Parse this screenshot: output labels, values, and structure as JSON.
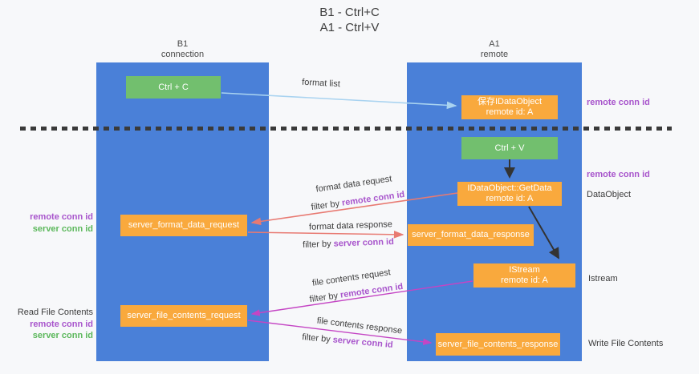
{
  "title": {
    "line1": "B1 - Ctrl+C",
    "line2": "A1 - Ctrl+V"
  },
  "columns": {
    "left": {
      "name": "B1",
      "sub": "connection"
    },
    "right": {
      "name": "A1",
      "sub": "remote"
    }
  },
  "nodes": {
    "ctrl_c": {
      "label": "Ctrl + C"
    },
    "save_dataobject": {
      "line1": "保存IDataObject",
      "line2": "remote id: A"
    },
    "ctrl_v": {
      "label": "Ctrl + V"
    },
    "getdata": {
      "line1": "IDataObject::GetData",
      "line2": "remote id: A"
    },
    "format_request": {
      "label": "server_format_data_request"
    },
    "format_response": {
      "label": "server_format_data_response"
    },
    "istream": {
      "line1": "IStream",
      "line2": "remote id: A"
    },
    "file_request": {
      "label": "server_file_contents_request"
    },
    "file_response": {
      "label": "server_file_contents_response"
    }
  },
  "edge_labels": {
    "format_list": "format list",
    "format_data_request": "format data request",
    "format_data_response": "format data response",
    "file_contents_request": "file contents request",
    "file_contents_response": "file contents response",
    "filter_prefix": "filter by ",
    "remote_conn_id": "remote conn id",
    "server_conn_id": "server conn id"
  },
  "side_labels": {
    "left_remote_1": "remote conn id",
    "left_server_1": "server conn id",
    "read_file": "Read File Contents",
    "left_remote_2": "remote conn id",
    "left_server_2": "server conn id",
    "right_remote_1": "remote conn id",
    "right_remote_2": "remote conn id",
    "dataobject": "DataObject",
    "istream": "Istream",
    "write_file": "Write File Contents"
  },
  "colors": {
    "column_blue": "#4a80d8",
    "box_orange": "#f9a93d",
    "box_green": "#72bf6e",
    "purple_text": "#a855cc",
    "green_text": "#5cb85c",
    "arrow_salmon": "#e87a72",
    "arrow_magenta": "#c445c4",
    "arrow_lightblue": "#a9d3f0",
    "arrow_black": "#333333"
  }
}
